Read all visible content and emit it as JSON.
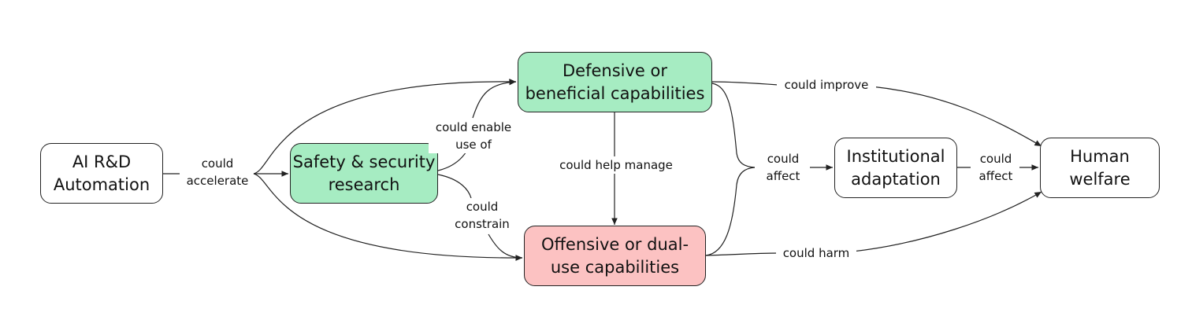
{
  "nodes": {
    "ai_rd": [
      "AI R&D",
      "Automation"
    ],
    "safety": [
      "Safety & security",
      "research"
    ],
    "defensive": [
      "Defensive or",
      "beneficial capabilities"
    ],
    "offensive": [
      "Offensive or dual-",
      "use capabilities"
    ],
    "institutional": [
      "Institutional",
      "adaptation"
    ],
    "human": [
      "Human",
      "welfare"
    ]
  },
  "edges": {
    "could_accelerate": [
      "could",
      "accelerate"
    ],
    "could_enable_use_of": [
      "could enable",
      "use of"
    ],
    "could_constrain": [
      "could",
      "constrain"
    ],
    "could_help_manage": "could help manage",
    "could_affect_left": [
      "could",
      "affect"
    ],
    "could_affect_right": [
      "could",
      "affect"
    ],
    "could_improve": "could improve",
    "could_harm": "could harm"
  },
  "colors": {
    "green": "#a6ecc2",
    "red": "#fcc2c2",
    "stroke": "#222222"
  }
}
